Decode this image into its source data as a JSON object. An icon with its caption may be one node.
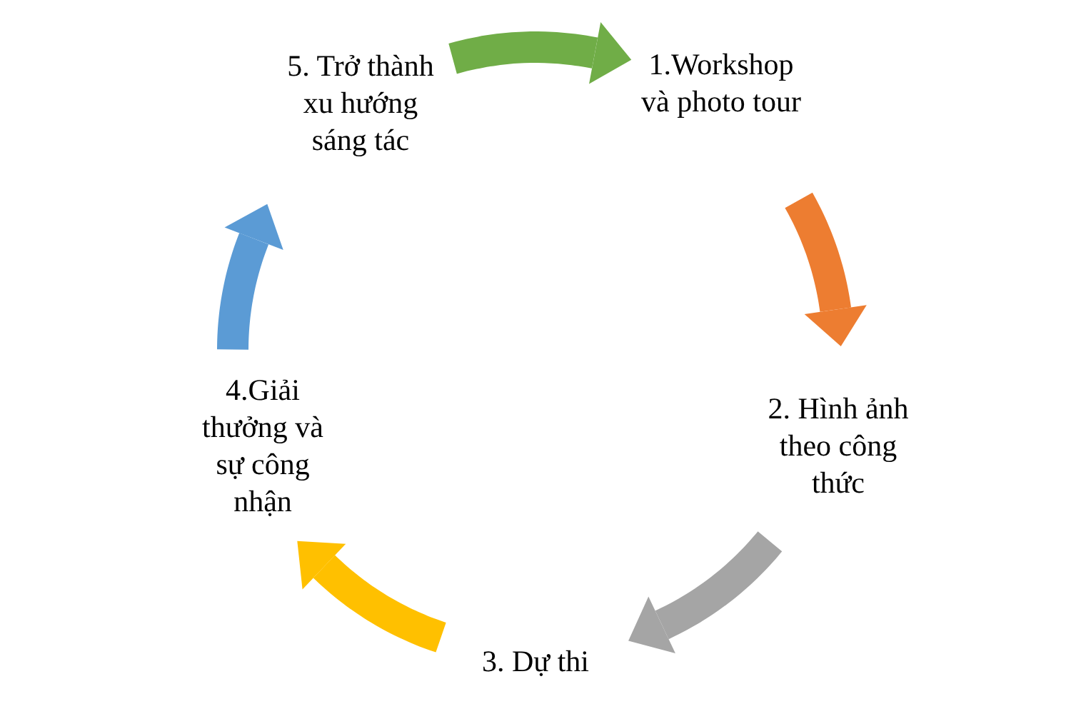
{
  "diagram": {
    "nodes": [
      {
        "text": [
          "1.Workshop và photo tour"
        ]
      },
      {
        "text": [
          "2. Hình ảnh theo công thức"
        ]
      },
      {
        "text": [
          "3. Dự thi"
        ]
      },
      {
        "text": [
          "4.Giải thưởng và sự công nhận"
        ]
      },
      {
        "text": [
          "5. Trở thành xu hướng sáng tác"
        ]
      }
    ],
    "edges": [
      {
        "from": 4,
        "to": 0,
        "arrow": "to",
        "color": "#70ad47"
      },
      {
        "from": 0,
        "to": 1,
        "arrow": "to",
        "color": "#ed7d31"
      },
      {
        "from": 1,
        "to": 2,
        "arrow": "to",
        "color": "#a5a5a5"
      },
      {
        "from": 2,
        "to": 3,
        "arrow": "to",
        "color": "#ffc000"
      },
      {
        "from": 3,
        "to": 4,
        "arrow": "to",
        "color": "#5b9bd5"
      }
    ]
  }
}
